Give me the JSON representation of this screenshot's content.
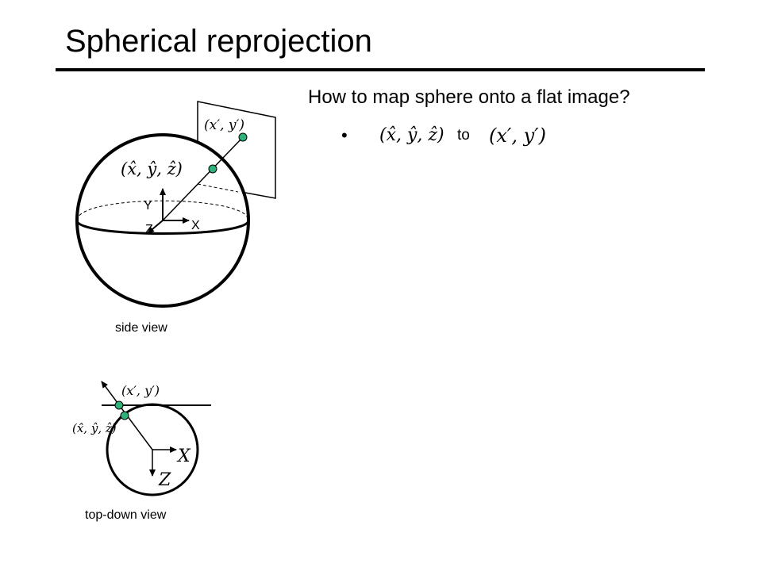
{
  "slide": {
    "title": "Spherical reprojection",
    "question": "How to map sphere onto a flat image?",
    "bullet": {
      "marker": "•",
      "from": "(x̂, ŷ, ẑ)",
      "connector": "to",
      "to": "(x′, y′)"
    }
  },
  "side_view": {
    "caption": "side view",
    "point_sphere_label": "(x̂, ŷ, ẑ)",
    "point_plane_label": "(x′, y′)",
    "axis_y": "Y",
    "axis_x": "X",
    "axis_z": "Z",
    "point_color": "#2db37a"
  },
  "top_view": {
    "caption": "top-down view",
    "point_plane_label": "(x′, y′)",
    "point_sphere_label": "(x̂, ŷ, ẑ)",
    "axis_x": "X",
    "axis_z": "Z",
    "point_color": "#2db37a"
  }
}
